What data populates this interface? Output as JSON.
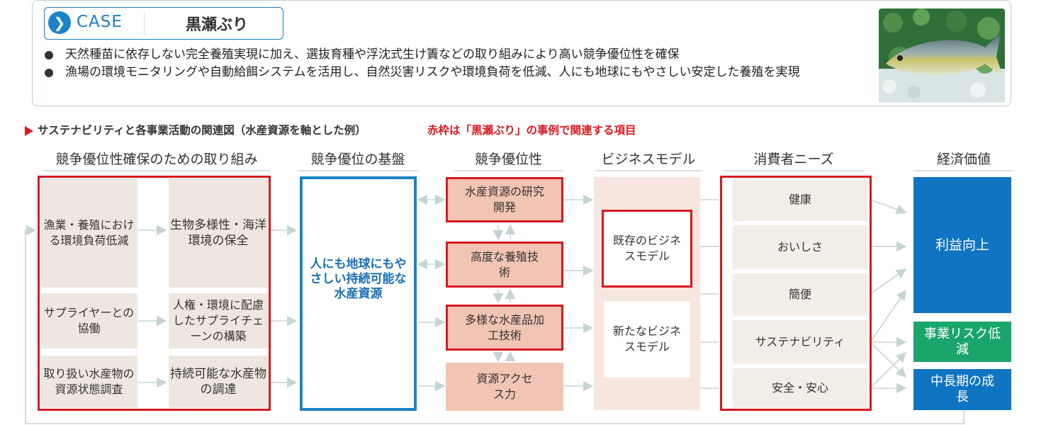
{
  "case": {
    "label": "CASE",
    "name": "黒瀬ぶり",
    "bullets": [
      "天然種苗に依存しない完全養殖実現に加え、選抜育種や浮沈式生け簀などの取り組みにより高い競争優位性を確保",
      "漁場の環境モニタリングや自動給餌システムを活用し、自然災害リスクや環境負荷を低減、人にも地球にもやさしい安定した養殖を実現"
    ]
  },
  "subtitle": {
    "main": "サステナビリティと各事業活動の関連図（水産資源を軸とした例）",
    "note": "赤枠は「黒瀬ぶり」の事例で関連する項目"
  },
  "columns": {
    "initiatives": "競争優位性確保のための取り組み",
    "foundation": "競争優位の基盤",
    "advantage": "競争優位性",
    "business_model": "ビジネスモデル",
    "consumer_needs": "消費者ニーズ",
    "economic_value": "経済価値"
  },
  "initiatives": {
    "left": [
      "漁業・養殖における環境負荷低減",
      "サプライヤーとの協働",
      "取り扱い水産物の資源状態調査"
    ],
    "right": [
      "生物多様性・海洋環境の保全",
      "人権・環境に配慮したサプライチェーンの構築",
      "持続可能な水産物の調達"
    ]
  },
  "foundation": {
    "text": "人にも地球にもやさしい持続可能な水産資源"
  },
  "advantage": [
    "水産資源の研究開発",
    "高度な養殖技術",
    "多様な水産品加工技術",
    "資源アクセス力"
  ],
  "business_model": [
    "既存のビジネスモデル",
    "新たなビジネスモデル"
  ],
  "consumer_needs": [
    "健康",
    "おいしさ",
    "簡便",
    "サステナビリティ",
    "安全・安心"
  ],
  "economic_value": [
    "利益向上",
    "事業リスク低減",
    "中長期の成長"
  ],
  "colors": {
    "red": "#d71920",
    "blue": "#0f74c2",
    "green": "#1aa56b"
  }
}
